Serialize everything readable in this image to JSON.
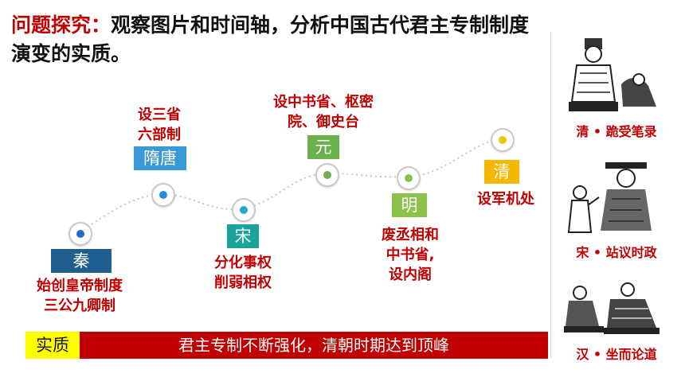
{
  "title": {
    "label": "问题探究：",
    "text": "观察图片和时间轴，分析中国古代君主专制制度演变的实质。"
  },
  "timeline": [
    {
      "dynasty": "秦",
      "desc_lines": [
        "始创皇帝制度",
        "三公九卿制"
      ],
      "color": "#1f5e8e",
      "dot": "#1f6fc0"
    },
    {
      "dynasty": "隋唐",
      "desc_lines": [
        "设三省",
        "六部制"
      ],
      "color": "#3a9ad9",
      "dot": "#2a8be0"
    },
    {
      "dynasty": "宋",
      "desc_lines": [
        "分化事权",
        "削弱相权"
      ],
      "color": "#1aa39a",
      "dot": "#2aa8c8"
    },
    {
      "dynasty": "元",
      "desc_lines": [
        "设中书省、枢密",
        "院、御史台"
      ],
      "color": "#6ab04c",
      "dot": "#6ab04c"
    },
    {
      "dynasty": "明",
      "desc_lines": [
        "废丞相和",
        "中书省,",
        "设内阁"
      ],
      "color": "#8bc34a",
      "dot": "#8bc34a"
    },
    {
      "dynasty": "清",
      "desc_lines": [
        "设军机处"
      ],
      "color": "#f5b800",
      "dot": "#f5c400"
    }
  ],
  "side_panels": [
    {
      "caption": "清 • 跪受笔录",
      "icon": "qing-official-kneeling-illustration"
    },
    {
      "caption": "宋 • 站议时政",
      "icon": "song-official-standing-illustration"
    },
    {
      "caption": "汉 • 坐而论道",
      "icon": "han-officials-seated-illustration"
    }
  ],
  "summary": {
    "tag": "实质",
    "text": "君主专制不断强化，清朝时期达到顶峰"
  }
}
